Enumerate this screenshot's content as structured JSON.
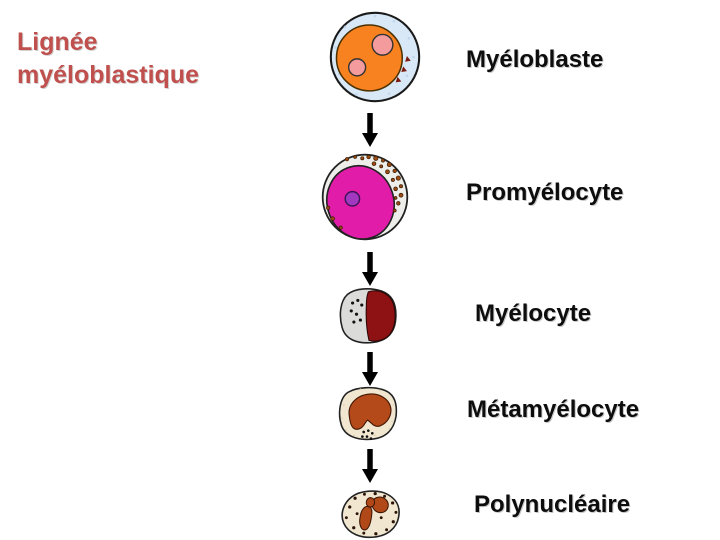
{
  "title": {
    "text": "Lignée myéloblastique",
    "color": "#C0504D"
  },
  "diagram": {
    "stages": [
      {
        "label": "Myéloblaste"
      },
      {
        "label": "Promyélocyte"
      },
      {
        "label": "Myélocyte"
      },
      {
        "label": "Métamyélocyte"
      },
      {
        "label": "Polynucléaire"
      }
    ]
  },
  "colors": {
    "title_red": "#C0504D",
    "label_black": "#0D0D0D",
    "arrow_black": "#000000",
    "myeloblast_cytoplasm_blue": "#D9E8F6",
    "myeloblast_nucleus_orange": "#F8821F",
    "nucleoli_pink": "#F49B9E",
    "promyelocyte_cytoplasm_gray": "#EDEDEA",
    "promyelocyte_nucleus_magenta": "#E01CA8",
    "promyelocyte_nucleolus_purple": "#A238C0",
    "granule_brown": "#9A4A12",
    "myelocyte_cytoplasm_gray": "#DBDBD9",
    "myelocyte_nucleus_darkred": "#8E1113",
    "cytoplasm_beige": "#F1E7D0",
    "metamyelocyte_nucleus_brown": "#B44A1A",
    "polynuclear_lobe_brown": "#B04818"
  }
}
